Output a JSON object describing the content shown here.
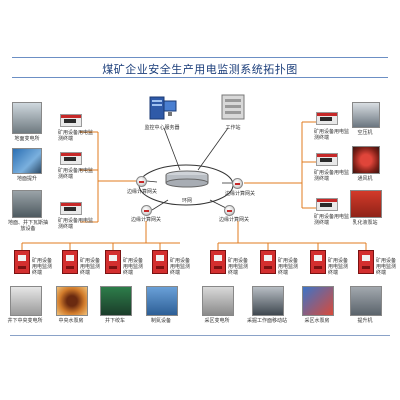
{
  "title": "煤矿企业安全生产用电监测系统拓扑图",
  "top": {
    "monitor_server": "监控中心服务器",
    "work_computer": "工作站",
    "network": "环网"
  },
  "gateways": {
    "left_upper": "边缘计算网关",
    "left_lower": "边缘计算网关",
    "right_upper": "边缘计算网关",
    "right_lower": "边缘计算网关"
  },
  "left_equipment": [
    {
      "name": "地面变电所",
      "device": "矿用设备用电监测终端"
    },
    {
      "name": "地面提升",
      "device": "矿用设备用电监测终端"
    },
    {
      "name": "地面、井下瓦斯抽放设备",
      "device": "矿用设备用电监测终端"
    }
  ],
  "right_equipment": [
    {
      "name": "空压机",
      "device": "矿用设备用电监测终端"
    },
    {
      "name": "通风机",
      "device": "矿用设备用电监测终端"
    },
    {
      "name": "乳化液泵站",
      "device": "矿用设备用电监测终端"
    }
  ],
  "bottom_equipment": [
    {
      "name": "井下中央变电所",
      "device": "矿用设备用电监测终端"
    },
    {
      "name": "中央水泵房",
      "device": "矿用设备用电监测终端"
    },
    {
      "name": "井下绞车",
      "device": "矿用设备用电监测终端"
    },
    {
      "name": "制氮设备",
      "device": "矿用设备用电监测终端"
    },
    {
      "name": "采区变电所",
      "device": "矿用设备用电监测终端"
    },
    {
      "name": "采掘工作面移动站",
      "device": "矿用设备用电监测终端"
    },
    {
      "name": "采区水泵房",
      "device": "矿用设备用电监测终端"
    },
    {
      "name": "提升机",
      "device": "矿用设备用电监测终端"
    }
  ],
  "colors": {
    "link_orange": "#e07b1f",
    "link_gray": "#555555",
    "device_red": "#d32f2f",
    "title_blue": "#1a3d7a"
  }
}
